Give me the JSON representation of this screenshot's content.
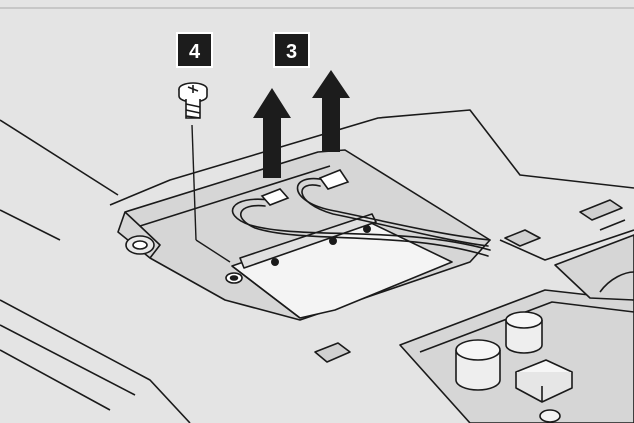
{
  "diagram": {
    "steps": [
      {
        "number": "4",
        "action": "remove-screw"
      },
      {
        "number": "3",
        "action": "disconnect-antenna-cables"
      }
    ],
    "colors": {
      "background": "#ffffff",
      "base": "#e4e4e4",
      "panel": "#d6d6d6",
      "card": "#f4f4f4",
      "line": "#1a1a1a",
      "badge": "#1c1c1c",
      "badge_text": "#ffffff"
    },
    "icons": [
      "screw-icon",
      "lift-arrow-icon"
    ]
  }
}
